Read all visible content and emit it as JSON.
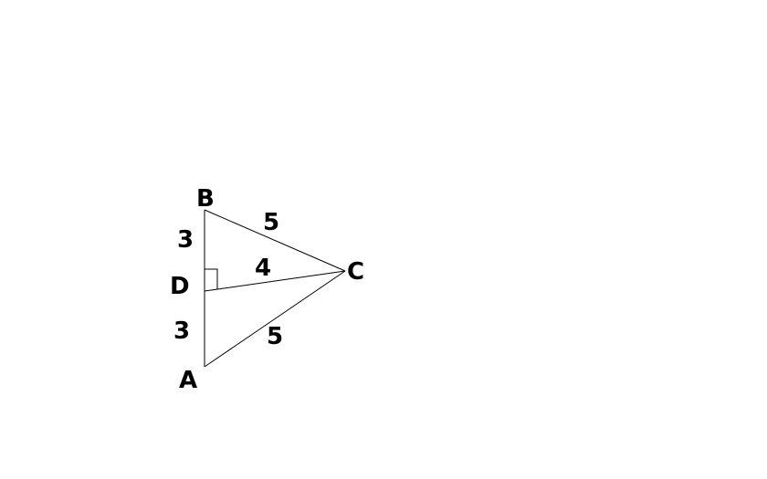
{
  "diagram": {
    "points": {
      "A": "A",
      "B": "B",
      "C": "C",
      "D": "D"
    },
    "lengths": {
      "BD": "3",
      "DA": "3",
      "BC": "5",
      "AC": "5",
      "DC": "4"
    },
    "stroke_color": "#000000",
    "background_color": "#ffffff",
    "right_angle_at": "D"
  }
}
